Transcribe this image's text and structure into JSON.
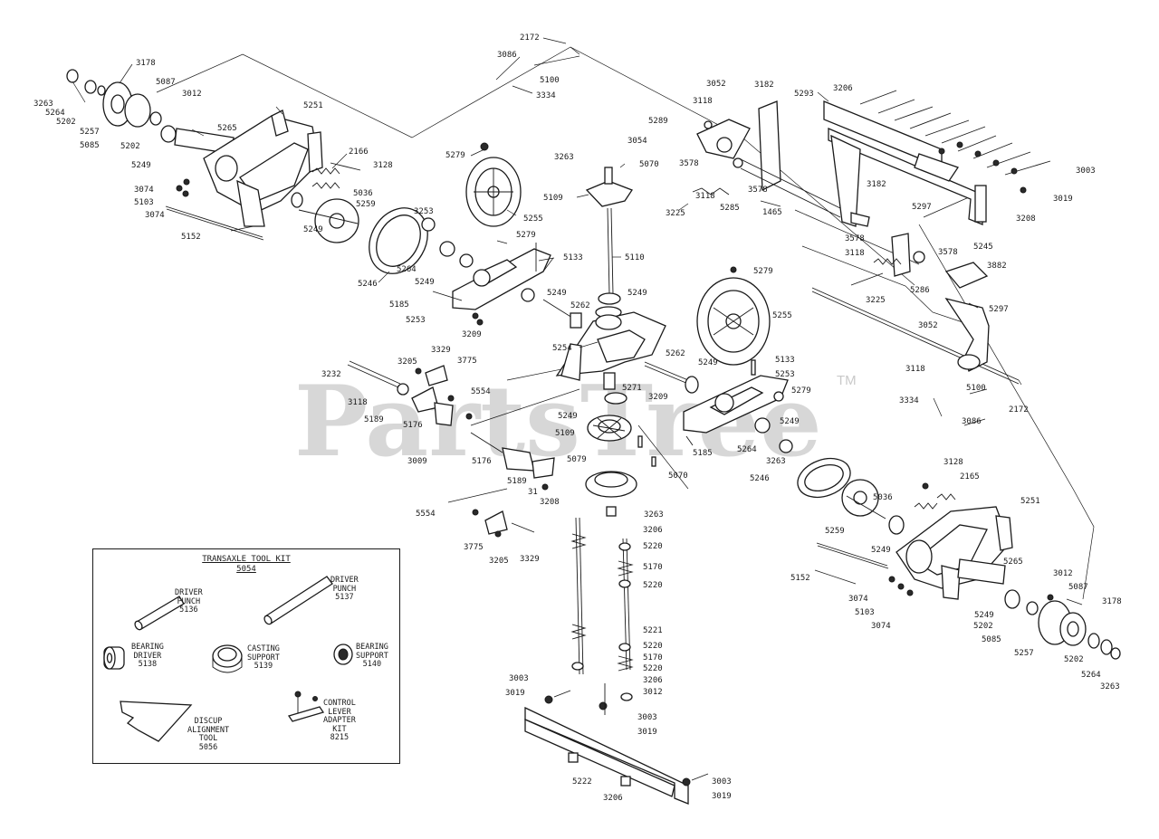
{
  "watermark": {
    "text": "PartsTree",
    "trademark": "TM"
  },
  "callouts": [
    {
      "id": "c1",
      "text": "2172"
    },
    {
      "id": "c2",
      "text": "3086"
    },
    {
      "id": "c3",
      "text": "5100"
    },
    {
      "id": "c4",
      "text": "3334"
    },
    {
      "id": "c5",
      "text": "3178"
    },
    {
      "id": "c6",
      "text": "3263"
    },
    {
      "id": "c7",
      "text": "5264"
    },
    {
      "id": "c8",
      "text": "5202"
    },
    {
      "id": "c9",
      "text": "5087"
    },
    {
      "id": "c10",
      "text": "3012"
    },
    {
      "id": "c11",
      "text": "5257"
    },
    {
      "id": "c12",
      "text": "5085"
    },
    {
      "id": "c13",
      "text": "5202"
    },
    {
      "id": "c14",
      "text": "5251"
    },
    {
      "id": "c15",
      "text": "5265"
    },
    {
      "id": "c16",
      "text": "5249"
    },
    {
      "id": "c17",
      "text": "2166"
    },
    {
      "id": "c18",
      "text": "3128"
    },
    {
      "id": "c19",
      "text": "5036"
    },
    {
      "id": "c20",
      "text": "5259"
    },
    {
      "id": "c21",
      "text": "3074"
    },
    {
      "id": "c22",
      "text": "5103"
    },
    {
      "id": "c23",
      "text": "3074"
    },
    {
      "id": "c24",
      "text": "5249"
    },
    {
      "id": "c25",
      "text": "5152"
    },
    {
      "id": "c26",
      "text": "5279"
    },
    {
      "id": "c27",
      "text": "5255"
    },
    {
      "id": "c28",
      "text": "3253"
    },
    {
      "id": "c29",
      "text": "5246"
    },
    {
      "id": "c30",
      "text": "5264"
    },
    {
      "id": "c31",
      "text": "5249"
    },
    {
      "id": "c32",
      "text": "5279"
    },
    {
      "id": "c33",
      "text": "5133"
    },
    {
      "id": "c34",
      "text": "5185"
    },
    {
      "id": "c35",
      "text": "5249"
    },
    {
      "id": "c36",
      "text": "5253"
    },
    {
      "id": "c37",
      "text": "3209"
    },
    {
      "id": "c38",
      "text": "5262"
    },
    {
      "id": "c39",
      "text": "3263"
    },
    {
      "id": "c40",
      "text": "5070"
    },
    {
      "id": "c41",
      "text": "5109"
    },
    {
      "id": "c42",
      "text": "5110"
    },
    {
      "id": "c43",
      "text": "5249"
    },
    {
      "id": "c44",
      "text": "5254"
    },
    {
      "id": "c45",
      "text": "3052"
    },
    {
      "id": "c46",
      "text": "3182"
    },
    {
      "id": "c47",
      "text": "3118"
    },
    {
      "id": "c48",
      "text": "5289"
    },
    {
      "id": "c49",
      "text": "3054"
    },
    {
      "id": "c50",
      "text": "3578"
    },
    {
      "id": "c51",
      "text": "3118"
    },
    {
      "id": "c52",
      "text": "5285"
    },
    {
      "id": "c53",
      "text": "3578"
    },
    {
      "id": "c54",
      "text": "3225"
    },
    {
      "id": "c55",
      "text": "1465"
    },
    {
      "id": "c56",
      "text": "5293"
    },
    {
      "id": "c57",
      "text": "3206"
    },
    {
      "id": "c58",
      "text": "3182"
    },
    {
      "id": "c59",
      "text": "5297"
    },
    {
      "id": "c60",
      "text": "3003"
    },
    {
      "id": "c61",
      "text": "3019"
    },
    {
      "id": "c62",
      "text": "3208"
    },
    {
      "id": "c63",
      "text": "5245"
    },
    {
      "id": "c64",
      "text": "3578"
    },
    {
      "id": "c65",
      "text": "3118"
    },
    {
      "id": "c66",
      "text": "3578"
    },
    {
      "id": "c67",
      "text": "3882"
    },
    {
      "id": "c68",
      "text": "3225"
    },
    {
      "id": "c69",
      "text": "5286"
    },
    {
      "id": "c70",
      "text": "5297"
    },
    {
      "id": "c71",
      "text": "5279"
    },
    {
      "id": "c72",
      "text": "5255"
    },
    {
      "id": "c73",
      "text": "3052"
    },
    {
      "id": "c74",
      "text": "3118"
    },
    {
      "id": "c75",
      "text": "5100"
    },
    {
      "id": "c76",
      "text": "3334"
    },
    {
      "id": "c77",
      "text": "3086"
    },
    {
      "id": "c78",
      "text": "2172"
    },
    {
      "id": "c79",
      "text": "3232"
    },
    {
      "id": "c80",
      "text": "3205"
    },
    {
      "id": "c81",
      "text": "3329"
    },
    {
      "id": "c82",
      "text": "3775"
    },
    {
      "id": "c83",
      "text": "3118"
    },
    {
      "id": "c84",
      "text": "5554"
    },
    {
      "id": "c85",
      "text": "5189"
    },
    {
      "id": "c86",
      "text": "5176"
    },
    {
      "id": "c87",
      "text": "5262"
    },
    {
      "id": "c88",
      "text": "5249"
    },
    {
      "id": "c89",
      "text": "5133"
    },
    {
      "id": "c90",
      "text": "5253"
    },
    {
      "id": "c91",
      "text": "5271"
    },
    {
      "id": "c92",
      "text": "3209"
    },
    {
      "id": "c93",
      "text": "5279"
    },
    {
      "id": "c94",
      "text": "5249"
    },
    {
      "id": "c95",
      "text": "5249"
    },
    {
      "id": "c96",
      "text": "5109"
    },
    {
      "id": "c97",
      "text": "5185"
    },
    {
      "id": "c98",
      "text": "5264"
    },
    {
      "id": "c99",
      "text": "3263"
    },
    {
      "id": "c100",
      "text": "3009"
    },
    {
      "id": "c101",
      "text": "5176"
    },
    {
      "id": "c102",
      "text": "5189"
    },
    {
      "id": "c103",
      "text": "31"
    },
    {
      "id": "c104",
      "text": "3208"
    },
    {
      "id": "c105",
      "text": "5079"
    },
    {
      "id": "c106",
      "text": "5070"
    },
    {
      "id": "c107",
      "text": "5246"
    },
    {
      "id": "c108",
      "text": "3128"
    },
    {
      "id": "c109",
      "text": "2165"
    },
    {
      "id": "c110",
      "text": "5251"
    },
    {
      "id": "c111",
      "text": "5036"
    },
    {
      "id": "c112",
      "text": "5259"
    },
    {
      "id": "c113",
      "text": "5249"
    },
    {
      "id": "c114",
      "text": "5554"
    },
    {
      "id": "c115",
      "text": "3775"
    },
    {
      "id": "c116",
      "text": "3205"
    },
    {
      "id": "c117",
      "text": "3329"
    },
    {
      "id": "c118",
      "text": "3263"
    },
    {
      "id": "c119",
      "text": "3206"
    },
    {
      "id": "c120",
      "text": "5220"
    },
    {
      "id": "c121",
      "text": "5170"
    },
    {
      "id": "c122",
      "text": "5220"
    },
    {
      "id": "c123",
      "text": "5221"
    },
    {
      "id": "c124",
      "text": "5220"
    },
    {
      "id": "c125",
      "text": "5170"
    },
    {
      "id": "c126",
      "text": "5220"
    },
    {
      "id": "c127",
      "text": "3206"
    },
    {
      "id": "c128",
      "text": "3012"
    },
    {
      "id": "c129",
      "text": "3003"
    },
    {
      "id": "c130",
      "text": "3019"
    },
    {
      "id": "c131",
      "text": "3003"
    },
    {
      "id": "c132",
      "text": "3019"
    },
    {
      "id": "c133",
      "text": "5222"
    },
    {
      "id": "c134",
      "text": "3206"
    },
    {
      "id": "c135",
      "text": "3003"
    },
    {
      "id": "c136",
      "text": "3019"
    },
    {
      "id": "c137",
      "text": "5152"
    },
    {
      "id": "c138",
      "text": "3074"
    },
    {
      "id": "c139",
      "text": "5103"
    },
    {
      "id": "c140",
      "text": "3074"
    },
    {
      "id": "c141",
      "text": "5265"
    },
    {
      "id": "c142",
      "text": "3012"
    },
    {
      "id": "c143",
      "text": "5087"
    },
    {
      "id": "c144",
      "text": "3178"
    },
    {
      "id": "c145",
      "text": "5249"
    },
    {
      "id": "c146",
      "text": "5202"
    },
    {
      "id": "c147",
      "text": "5085"
    },
    {
      "id": "c148",
      "text": "5257"
    },
    {
      "id": "c149",
      "text": "5202"
    },
    {
      "id": "c150",
      "text": "5264"
    },
    {
      "id": "c151",
      "text": "3263"
    }
  ],
  "tool_kit": {
    "title": "TRANSAXLE TOOL KIT",
    "number": "5054",
    "items": [
      {
        "name": "DRIVER\nPUNCH\n5136"
      },
      {
        "name": "DRIVER\nPUNCH\n5137"
      },
      {
        "name": "BEARING\nDRIVER\n5138"
      },
      {
        "name": "CASTING\nSUPPORT\n5139"
      },
      {
        "name": "BEARING\nSUPPORT\n5140"
      },
      {
        "name": "DISCUP\nALIGNMENT\nTOOL\n5056"
      },
      {
        "name": "CONTROL\nLEVER\nADAPTER\nKIT\n8215"
      }
    ]
  }
}
